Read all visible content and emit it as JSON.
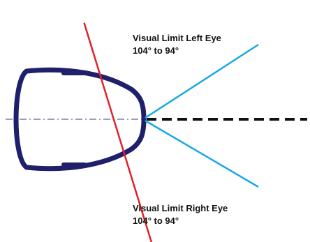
{
  "labels": {
    "left_eye_title": "Visual Limit Left Eye",
    "left_eye_range": "104° to 94°",
    "right_eye_title": "Visual Limit Right Eye",
    "right_eye_range": "104° to 94°"
  },
  "colors": {
    "head_outline": "#1f1f6b",
    "limit_line": "#e0222a",
    "view_lines": "#1aa7e6",
    "center_axis": "#111111",
    "midline": "#7a7ab0"
  }
}
